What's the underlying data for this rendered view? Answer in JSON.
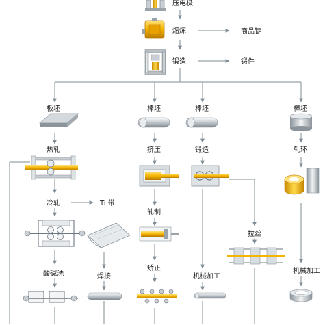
{
  "colors": {
    "line": "#7f8c95",
    "gold": "#f4b400",
    "gold_dark": "#c98a00",
    "steel_light": "#eef1f3",
    "steel_mid": "#b9c0c6",
    "steel_dark": "#6d7780",
    "frame": "#9aa3aa"
  },
  "labels": {
    "electrode": "压电极",
    "smelt": "熔炼",
    "ingot": "商品锭",
    "forge": "锻造",
    "forging": "锻件",
    "slab": "板坯",
    "bar1": "棒坯",
    "bar2": "棒坯",
    "bar3": "棒坯",
    "hot_roll": "热轧",
    "extrude": "挤压",
    "forge2": "锻造",
    "ring_roll": "轧环",
    "cold_roll": "冷轧",
    "ti_strip": "Ti 带",
    "roll_make": "轧制",
    "draw_wire": "拉丝",
    "pickle": "酸碱洗",
    "weld": "焊接",
    "straighten": "矫正",
    "machining1": "机械加工",
    "machining2": "机械加工"
  },
  "icons": [
    "electrode-press-icon",
    "furnace-icon",
    "forge-press-icon",
    "slab-icon",
    "bar-icon",
    "cylinder-icon",
    "hot-rolling-mill-icon",
    "extrusion-press-icon",
    "forging-die-icon",
    "ring-rolling-icon",
    "cold-rolling-mill-icon",
    "rolled-tube-icon",
    "wire-drawing-icon",
    "pickling-line-icon",
    "welding-sheet-icon",
    "straightening-rollers-icon",
    "machined-bar-icon",
    "machined-ring-icon"
  ]
}
